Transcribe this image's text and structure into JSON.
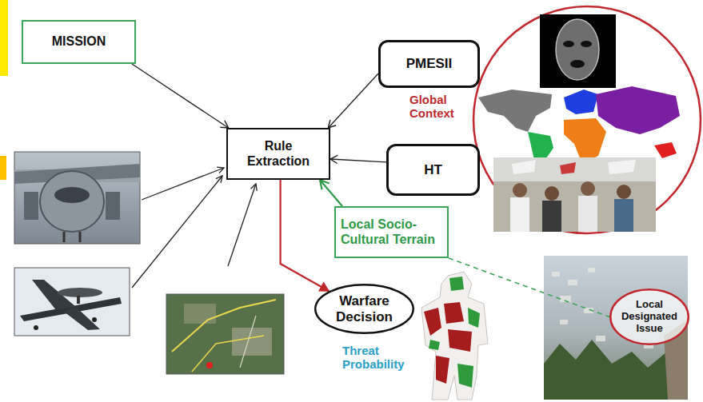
{
  "diagram": {
    "nodes": [
      {
        "text": [
          "MISSION"
        ]
      },
      {
        "text": [
          "Rule Extraction"
        ]
      },
      {
        "text": [
          "PMESII"
        ]
      },
      {
        "text": [
          "HT"
        ]
      },
      {
        "text": [
          "Local Socio-Cultural Terrain"
        ]
      },
      {
        "text": [
          "Warfare Decision"
        ]
      },
      {
        "text": [
          "Local Designated Issue"
        ]
      }
    ],
    "edges": [
      {
        "from": 0,
        "to": 1,
        "arrow": "to"
      },
      {
        "from": 2,
        "to": 1,
        "arrow": "to"
      },
      {
        "from": 3,
        "to": 1,
        "arrow": "to"
      },
      {
        "from": 4,
        "to": 1,
        "arrow": "to"
      },
      {
        "from": 1,
        "to": 5,
        "arrow": "to"
      },
      {
        "from": 4,
        "to": 6,
        "arrow": "none"
      }
    ],
    "labels": [
      "Global Context",
      "Threat Probability"
    ]
  }
}
